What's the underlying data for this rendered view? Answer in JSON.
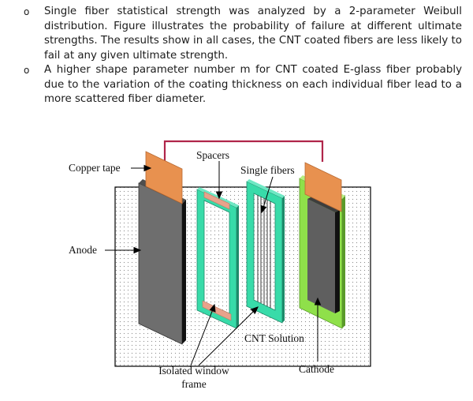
{
  "bullets": [
    {
      "marker": "o",
      "text": "Single fiber statistical strength was analyzed by a 2-parameter Weibull distribution. Figure illustrates the probability of failure at different ultimate strengths. The results show in all cases, the CNT coated fibers are less likely to fail at any given ultimate strength."
    },
    {
      "marker": "o",
      "text": "A higher shape parameter number m for CNT coated E-glass fiber probably due to the variation of the coating thickness on each individual fiber lead to a more scattered fiber diameter."
    }
  ],
  "diagram": {
    "labels": {
      "copper_tape": "Copper tape",
      "spacers": "Spacers",
      "single_fibers": "Single fibers",
      "anode": "Anode",
      "cnt_solution": "CNT Solution",
      "isolated_window_frame_line1": "Isolated window",
      "isolated_window_frame_line2": "frame",
      "cathode": "Cathode"
    },
    "colors": {
      "copper": "#e8914f",
      "anode": "#6e6e6e",
      "frame": "#38dba9",
      "spacer": "#e8a28b",
      "cathode_plate": "#8fe04a",
      "cathode_electrode": "#5f5f5f",
      "wire": "#b0254a",
      "solution_dot": "#8a8a8a"
    }
  }
}
